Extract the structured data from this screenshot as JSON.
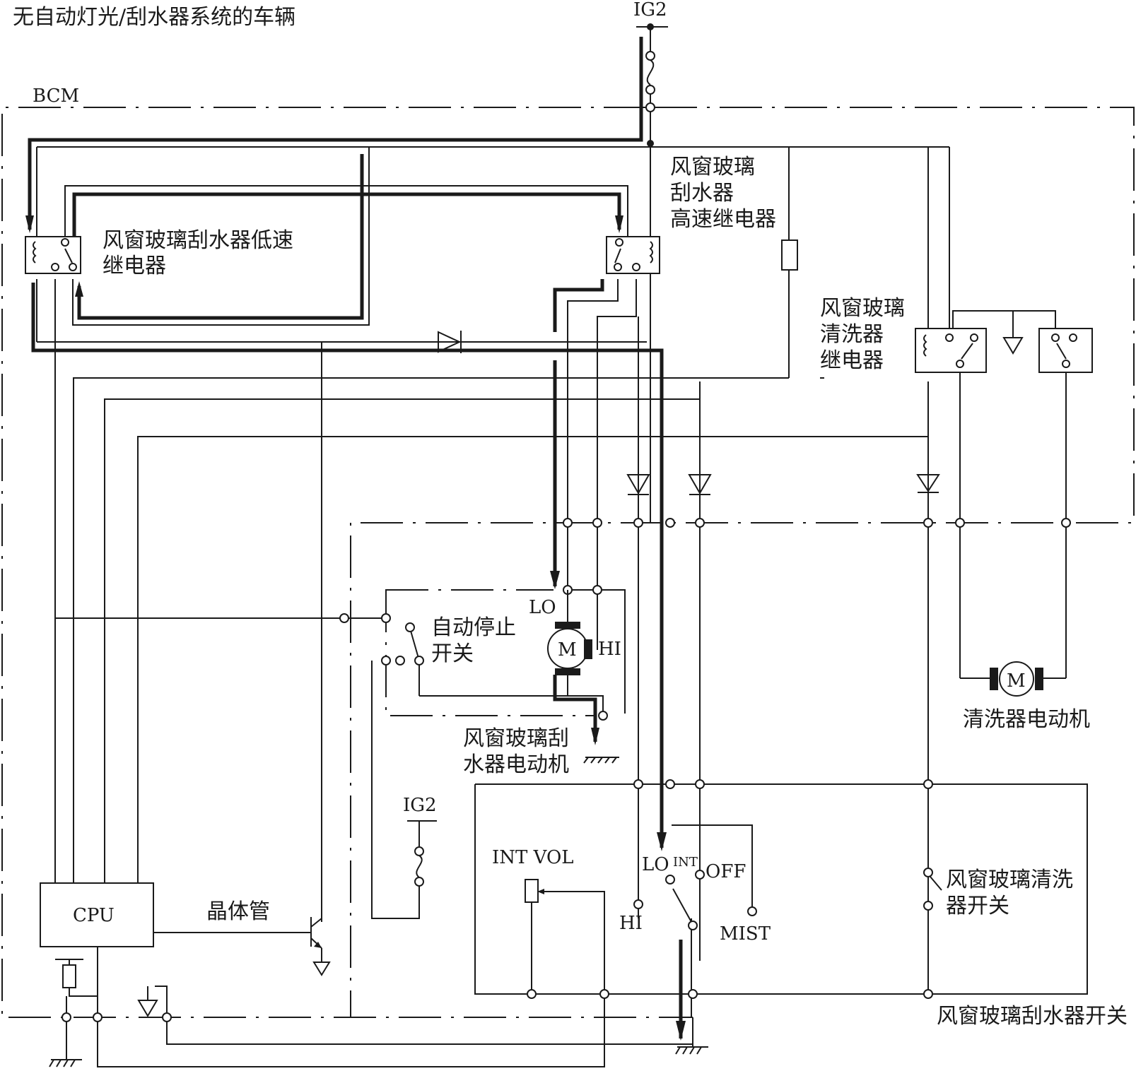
{
  "title": "无自动灯光/刮水器系统的车辆",
  "labels": {
    "ig2_top": "IG2",
    "bcm": "BCM",
    "low_relay_line1": "风窗玻璃刮水器低速",
    "low_relay_line2": "继电器",
    "high_relay_line1": "风窗玻璃",
    "high_relay_line2": "刮水器",
    "high_relay_line3": "高速继电器",
    "washer_relay_line1": "风窗玻璃",
    "washer_relay_line2": "清洗器",
    "washer_relay_line3": "继电器",
    "autostop_line1": "自动停止",
    "autostop_line2": "开关",
    "motor_lo": "LO",
    "motor_hi": "HI",
    "motor_symbol": "M",
    "wiper_motor_line1": "风窗玻璃刮",
    "wiper_motor_line2": "水器电动机",
    "washer_motor_symbol": "M",
    "washer_motor": "清洗器电动机",
    "ig2_bottom": "IG2",
    "int_vol": "INT VOL",
    "sw_lo": "LO",
    "sw_int": "INT",
    "sw_off": "OFF",
    "sw_hi": "HI",
    "sw_mist": "MIST",
    "washer_switch_line1": "风窗玻璃清洗",
    "washer_switch_line2": "器开关",
    "cpu": "CPU",
    "transistor": "晶体管",
    "wiper_switch": "风窗玻璃刮水器开关"
  }
}
